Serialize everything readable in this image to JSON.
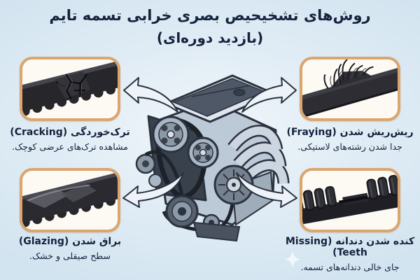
{
  "title": {
    "line1": "روش‌های تشخیحیص بصری خرابی تسمه تایم",
    "line2": "(بازدید دوره‌ای)"
  },
  "panels": {
    "cracking": {
      "title": "ترک‌خوردگی (Cracking)",
      "desc": "مشاهده ترک‌های عرضی کوچک."
    },
    "fraying": {
      "title": "ریش‌ریش شدن (Fraying)",
      "desc": "جدا شدن رشته‌های لاستیکی."
    },
    "glazing": {
      "title": "براق شدن (Glazing)",
      "desc": "سطح صیقلی و خشک."
    },
    "missing_teeth": {
      "title": "کنده شدن دندانه (Missing Teeth)",
      "desc": "جای خالی دندانه‌های تسمه."
    }
  },
  "icons": {
    "arrows": "curved-outline-arrow",
    "sparkle": "four-point-star",
    "center": "engine-illustration"
  },
  "colors": {
    "background": "#d8e9f4",
    "panel_border": "#dba56e",
    "panel_background": "#fcfaf3",
    "text": "#15233e",
    "belt_dark": "#26262b",
    "arrow_fill": "#edf3f8",
    "arrow_outline": "#2b3340"
  }
}
